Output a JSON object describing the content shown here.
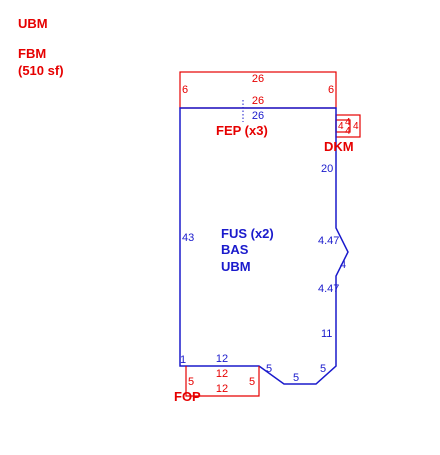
{
  "header": {
    "line1": "UBM",
    "line2": "FBM",
    "line3": "(510 sf)"
  },
  "colors": {
    "primary": "#1a1acc",
    "secondary": "#e60000"
  },
  "areas": {
    "fep": "FEP (x3)",
    "dkm": "DKM",
    "main_1": "FUS (x2)",
    "main_2": "BAS",
    "main_3": "UBM",
    "fop": "FOP"
  },
  "dims": {
    "fep_top": "26",
    "fep_left": "6",
    "fep_right": "6",
    "fep_bottom": "26",
    "main_top": "26",
    "main_left": "43",
    "main_right_upper": "20",
    "bump_upper": "4.47",
    "bump_side": "4",
    "bump_lower": "4.47",
    "main_right_lower": "11",
    "bottom_left_short": "1",
    "bottom_left_segment": "12",
    "notch_diag_left": "5",
    "notch_bottom": "5",
    "notch_diag_right": "5",
    "fop_top": "12",
    "fop_left": "5",
    "fop_right": "5",
    "fop_bottom": "12",
    "dkm_a": "4",
    "dkm_b": "4",
    "dkm_c": "4",
    "dkm_d": "4"
  }
}
